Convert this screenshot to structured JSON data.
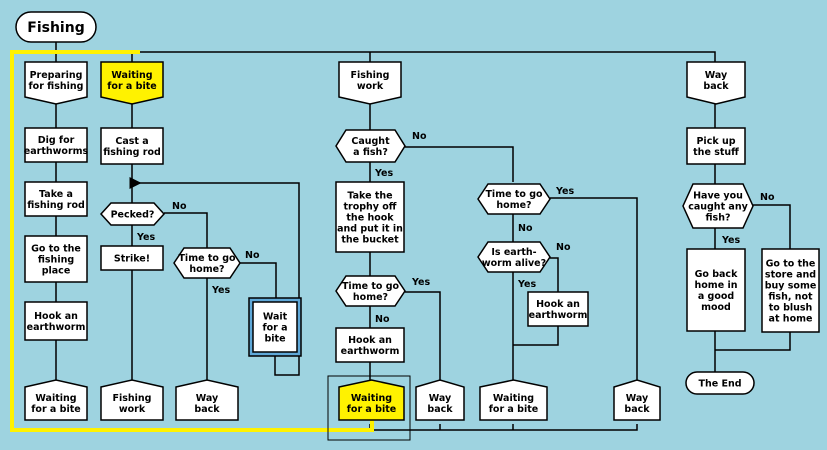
{
  "title": "Fishing",
  "colors": {
    "background": "#9ED3E0",
    "box": "#FFFFFF",
    "highlight": "#FFF200",
    "line": "#000000"
  },
  "col1": {
    "header": [
      "Preparing",
      "for fishing"
    ],
    "steps": [
      [
        "Dig for",
        "earthworms"
      ],
      [
        "Take a",
        "fishing rod"
      ],
      [
        "Go to the",
        "fishing",
        "place"
      ],
      [
        "Hook an",
        "earthworm"
      ]
    ],
    "end": [
      "Waiting",
      "for a bite"
    ]
  },
  "col2": {
    "header": [
      "Waiting",
      "for a bite"
    ],
    "cast": [
      "Cast a",
      "fishing rod"
    ],
    "pecked": [
      "Pecked?"
    ],
    "strike": [
      "Strike!"
    ],
    "time_to_go": [
      "Time to go",
      "home?"
    ],
    "wait": [
      "Wait",
      "for a",
      "bite"
    ],
    "end_fishing": [
      "Fishing",
      "work"
    ],
    "end_way": [
      "Way",
      "back"
    ],
    "no1": "No",
    "yes1": "Yes",
    "no2": "No",
    "yes2": "Yes"
  },
  "col3": {
    "header": [
      "Fishing",
      "work"
    ],
    "caught": [
      "Caught",
      "a fish?"
    ],
    "trophy": [
      "Take the",
      "trophy off",
      "the hook",
      "and put it in",
      "the bucket"
    ],
    "time_to_go": [
      "Time to go",
      "home?"
    ],
    "hook": [
      "Hook an",
      "earthworm"
    ],
    "time_to_go2": [
      "Time to go",
      "home?"
    ],
    "alive": [
      "Is earth-",
      "worm alive?"
    ],
    "hook2": [
      "Hook an",
      "earthworm"
    ],
    "end_wait1": [
      "Waiting",
      "for a bite"
    ],
    "end_way1": [
      "Way",
      "back"
    ],
    "end_wait2": [
      "Waiting",
      "for a bite"
    ],
    "end_way2": [
      "Way",
      "back"
    ],
    "no_caught": "No",
    "yes_caught": "Yes",
    "yes_time": "Yes",
    "no_time": "No",
    "yes_time2": "Yes",
    "no_time2": "No",
    "no_alive": "No",
    "yes_alive": "Yes"
  },
  "col4": {
    "header": [
      "Way",
      "back"
    ],
    "pick": [
      "Pick up",
      "the stuff"
    ],
    "have_caught": [
      "Have you",
      "caught any",
      "fish?"
    ],
    "good_mood": [
      "Go back",
      "home in",
      "a good",
      "mood"
    ],
    "store": [
      "Go to the",
      "store and",
      "buy some",
      "fish, not",
      "to blush",
      "at home"
    ],
    "end": [
      "The End"
    ],
    "yes": "Yes",
    "no": "No"
  }
}
